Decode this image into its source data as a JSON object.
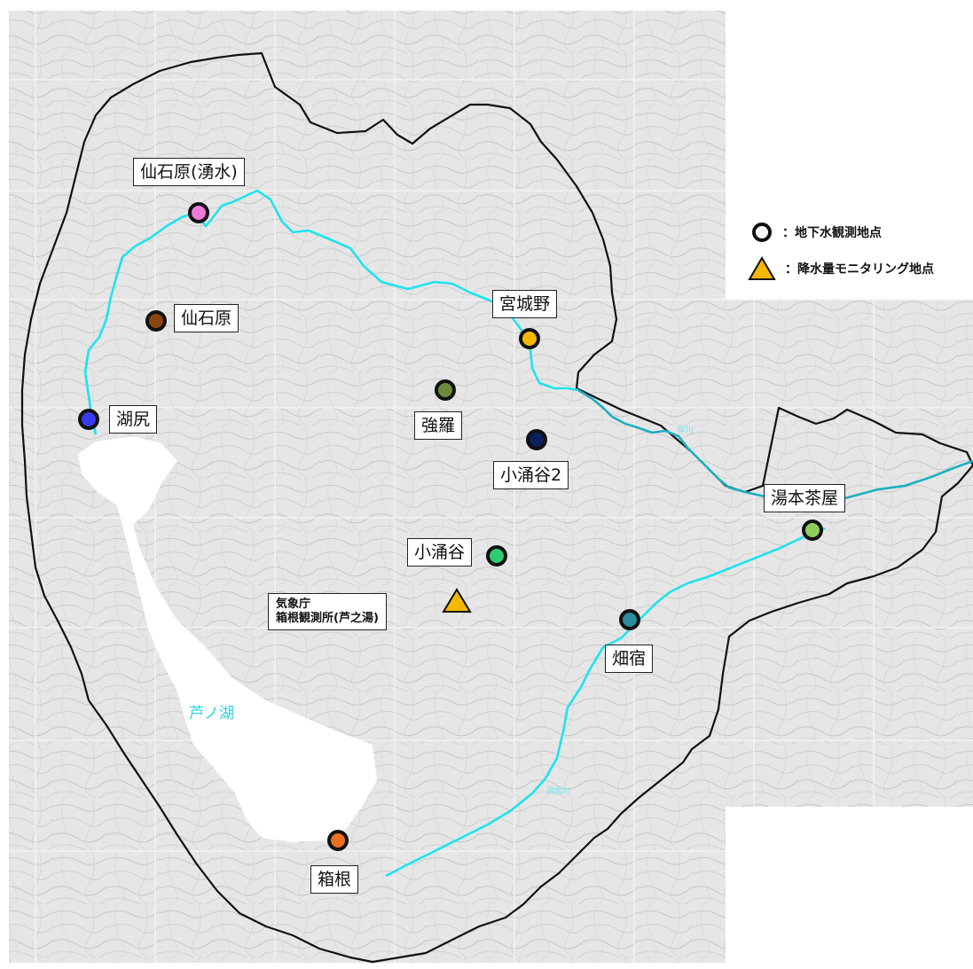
{
  "legend": {
    "groundwater_label": "：地下水観測地点",
    "rainfall_label": "：降水量モニタリング地点",
    "groundwater_marker_color": "#111111",
    "rainfall_marker_color": "#f5b800"
  },
  "lake": {
    "name": "芦ノ湖"
  },
  "rivers": {
    "haya": "早川",
    "sukumo": "須雲川"
  },
  "stations": [
    {
      "id": "sengokuhara-spring",
      "label": "仙石原(湧水)",
      "color": "#f07ad8"
    },
    {
      "id": "sengokuhara",
      "label": "仙石原",
      "color": "#8b4513"
    },
    {
      "id": "kojiri",
      "label": "湖尻",
      "color": "#3a3af0"
    },
    {
      "id": "miyagino",
      "label": "宮城野",
      "color": "#f5b800"
    },
    {
      "id": "gora",
      "label": "強羅",
      "color": "#6e8b3d"
    },
    {
      "id": "kowakudani2",
      "label": "小涌谷2",
      "color": "#0a1f5c"
    },
    {
      "id": "yumoto-chaya",
      "label": "湯本茶屋",
      "color": "#8fce5a"
    },
    {
      "id": "kowakudani",
      "label": "小涌谷",
      "color": "#2ecc71"
    },
    {
      "id": "hatajuku",
      "label": "畑宿",
      "color": "#2e8b9b"
    },
    {
      "id": "hakone",
      "label": "箱根",
      "color": "#e87020"
    }
  ],
  "rain_station": {
    "label_line1": "気象庁",
    "label_line2": "箱根観測所(芦之湯)",
    "color": "#f5b800"
  }
}
